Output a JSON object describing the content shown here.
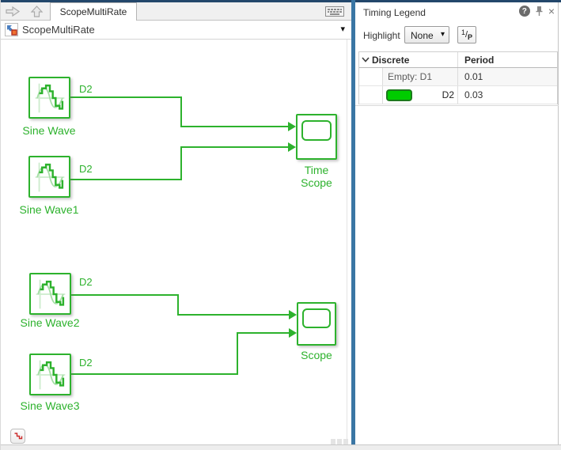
{
  "tab_bar": {
    "tab_label": "ScopeMultiRate"
  },
  "breadcrumb": {
    "title": "ScopeMultiRate",
    "caret": "▾"
  },
  "canvas": {
    "blocks": [
      {
        "label": "Sine Wave",
        "rate": "D2"
      },
      {
        "label": "Sine Wave1",
        "rate": "D2"
      },
      {
        "label": "Sine Wave2",
        "rate": "D2"
      },
      {
        "label": "Sine Wave3",
        "rate": "D2"
      },
      {
        "label": "Time Scope"
      },
      {
        "label": "Scope"
      }
    ]
  },
  "panel": {
    "title": "Timing Legend",
    "icons": {
      "help": "?",
      "close": "×"
    },
    "highlight_label": "Highlight",
    "highlight_value": "None",
    "dd_caret": "▾",
    "freq_button": {
      "num": "1",
      "slash": "/",
      "den": "P"
    },
    "table": {
      "columns": {
        "c1": "Discrete",
        "c2": "Period"
      },
      "rows": [
        {
          "label": "Empty: D1",
          "period": "0.01"
        },
        {
          "label": "D2",
          "period": "0.03",
          "swatch_color": "#00cc00"
        }
      ]
    }
  },
  "colors": {
    "accent_green": "#2db22d",
    "swatch_green": "#00cc00",
    "splitter_blue": "#3a76a4"
  }
}
